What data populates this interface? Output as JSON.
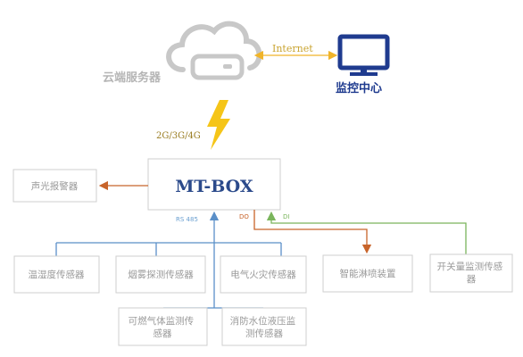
{
  "cloud": {
    "label": "云端服务器"
  },
  "monitor": {
    "label": "监控中心"
  },
  "link": {
    "internet_label": "Internet",
    "network_label": "2G/3G/4G"
  },
  "mtbox": {
    "title": "MT-BOX",
    "port_rs485": "RS 485",
    "port_do": "DO",
    "port_di": "DI"
  },
  "devices": {
    "alarm": "声光报警器",
    "temp_humidity": [
      "温湿度传感器"
    ],
    "smoke": [
      "烟雾探测传感器"
    ],
    "electrical_fire": [
      "电气火灾传感器"
    ],
    "combustible_gas": [
      "可燃气体监测传",
      "感器"
    ],
    "hydrant_pressure": [
      "消防水位液压监",
      "测传感器"
    ],
    "sprinkler": [
      "智能淋喷装置"
    ],
    "switch_monitor": [
      "开关量监测传感",
      "器"
    ]
  },
  "colors": {
    "cloud_gray": "#c8c8c8",
    "monitor_blue": "#1f3b8f",
    "internet_orange": "#f0b429",
    "bolt_yellow": "#f5c518",
    "mtbox_title": "#2b4a8b",
    "rs485_blue": "#6a9fd0",
    "do_orange": "#c8642a",
    "di_green": "#7ab55c",
    "box_border": "#cfcfcf",
    "box_text": "#9a9a9a"
  }
}
